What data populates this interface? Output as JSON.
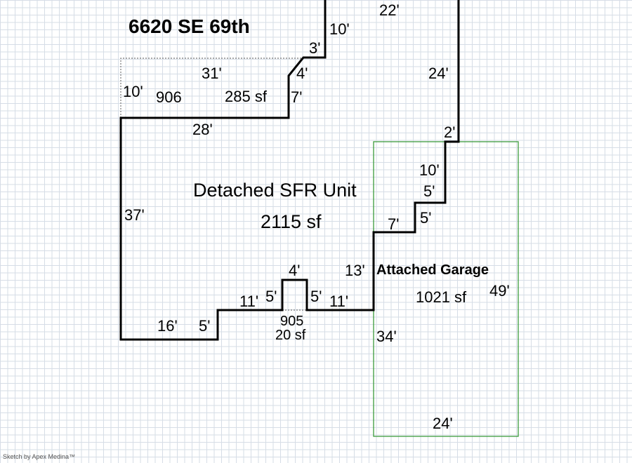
{
  "title": "6620 SE 69th",
  "areas": {
    "main": {
      "name": "Detached SFR Unit",
      "area": "2115 sf"
    },
    "upper": {
      "code": "906",
      "area": "285 sf"
    },
    "bump": {
      "code": "905",
      "area": "20 sf"
    },
    "garage": {
      "name": "Attached Garage",
      "area": "1021 sf"
    }
  },
  "dimensions": {
    "top_22": "22'",
    "top_10": "10'",
    "step_3": "3'",
    "right_24": "24'",
    "upper_31": "31'",
    "upper_4": "4'",
    "upper_10": "10'",
    "upper_7": "7'",
    "main_28": "28'",
    "step_2": "2'",
    "step_10": "10'",
    "step_5a": "5'",
    "step_5b": "5'",
    "step_7": "7'",
    "left_37": "37'",
    "step_13": "13'",
    "bump_4": "4'",
    "bump_5_left": "5'",
    "bump_5_right": "5'",
    "bottom_11_left": "11'",
    "bottom_11_right": "11'",
    "bottom_16": "16'",
    "bottom_5": "5'",
    "garage_49": "49'",
    "garage_34": "34'",
    "garage_24": "24'"
  },
  "colors": {
    "wall": "#000000",
    "garage": "#3c9a3c",
    "dotted": "#777777",
    "grid": "#d6dde6"
  },
  "footer": "Sketch by Apex Medina™"
}
